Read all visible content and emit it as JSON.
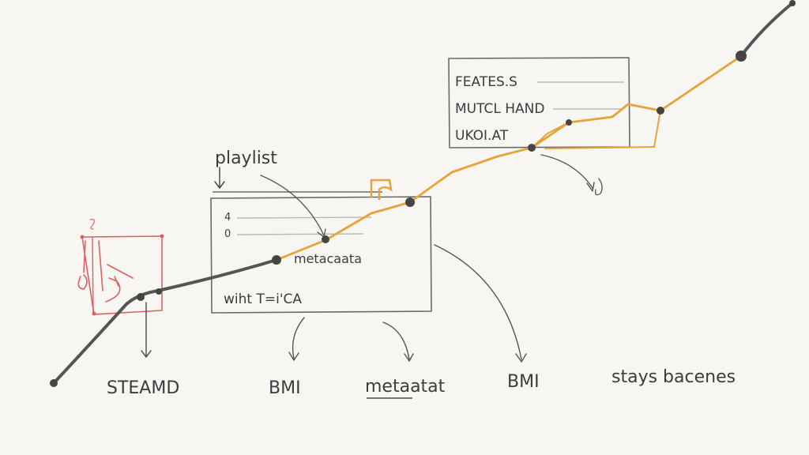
{
  "colors": {
    "paper": "#f7f6f2",
    "ink": "#4a4a4a",
    "dark_path": "#555555",
    "orange_path": "#e8a23a",
    "red_sketch": "#e06060",
    "gray_line": "#b8b8b8"
  },
  "labels": {
    "playlist": "playlist",
    "metadata_inline": "metacaata",
    "with_line": "wiht T=i'CA",
    "row_a": "4",
    "row_b": "0",
    "features_box": {
      "line1": "FEATES.S",
      "line2": "MUTCL HAND",
      "line3": "UKOI.AT"
    },
    "bottom": {
      "stream": "STEAMD",
      "bmi_1": "BMI",
      "metadata": "metaatat",
      "bmi_2": "BMI",
      "stays": "stays bacenes"
    }
  },
  "icons": {
    "red_sketch": "music-note-sketch-icon",
    "orange_note": "music-note-icon",
    "small_note": "small-note-icon",
    "tiny_note": "tiny-note-icon"
  }
}
